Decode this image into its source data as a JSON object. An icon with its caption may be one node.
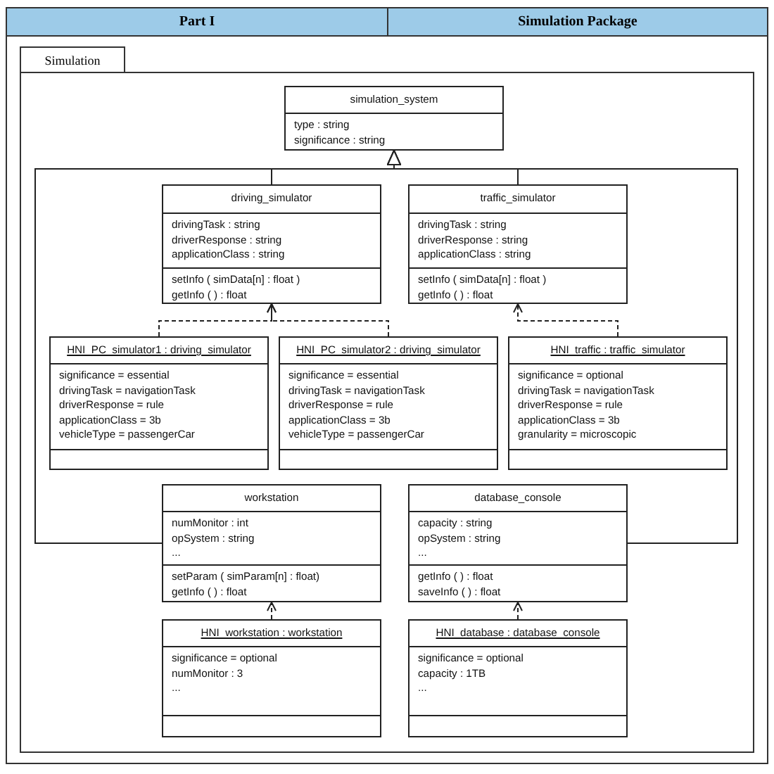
{
  "diagram": {
    "nodes": [
      {
        "text": [
          "Simulation"
        ]
      },
      {
        "text": [
          "simulation_system",
          "type : string",
          "significance : string"
        ],
        "in": 0
      },
      {
        "text": [
          "driving_simulator",
          "drivingTask : string",
          "driverResponse : string",
          "applicationClass : string",
          "setInfo ( simData[n] : float )",
          "getInfo ( ) : float"
        ],
        "in": 0
      },
      {
        "text": [
          "traffic_simulator",
          "drivingTask : string",
          "driverResponse : string",
          "applicationClass : string",
          "setInfo ( simData[n] : float )",
          "getInfo ( ) : float"
        ],
        "in": 0
      },
      {
        "text": [
          "HNI_PC_simulator1 : driving_simulator",
          "significance = essential",
          "drivingTask = navigationTask",
          "driverResponse = rule",
          "applicationClass = 3b",
          "vehicleType = passengerCar"
        ],
        "in": 0
      },
      {
        "text": [
          "HNI_PC_simulator2 : driving_simulator",
          "significance = essential",
          "drivingTask = navigationTask",
          "driverResponse = rule",
          "applicationClass = 3b",
          "vehicleType = passengerCar"
        ],
        "in": 0
      },
      {
        "text": [
          "HNI_traffic : traffic_simulator",
          "significance = optional",
          "drivingTask = navigationTask",
          "driverResponse = rule",
          "applicationClass = 3b",
          "granularity = microscopic"
        ],
        "in": 0
      },
      {
        "text": [
          "workstation",
          "numMonitor : int",
          "opSystem : string",
          "...",
          "setParam ( simParam[n] : float)",
          "getInfo ( ) : float"
        ],
        "in": 0
      },
      {
        "text": [
          "database_console",
          "capacity : string",
          "opSystem : string",
          "...",
          "getInfo ( ) : float",
          "saveInfo ( ) : float"
        ],
        "in": 0
      },
      {
        "text": [
          "HNI_workstation : workstation",
          "significance = optional",
          "numMonitor : 3",
          "..."
        ],
        "in": 0
      },
      {
        "text": [
          "HNI_database : database_console",
          "significance = optional",
          "capacity : 1TB",
          "..."
        ],
        "in": 0
      }
    ],
    "edges": [
      {
        "from": 2,
        "to": 1,
        "arrow": "to"
      },
      {
        "from": 3,
        "to": 1,
        "arrow": "to"
      },
      {
        "from": 7,
        "to": 1,
        "arrow": "to"
      },
      {
        "from": 8,
        "to": 1,
        "arrow": "to"
      },
      {
        "from": 4,
        "to": 2,
        "arrow": "to",
        "style": "dashed"
      },
      {
        "from": 5,
        "to": 2,
        "arrow": "to",
        "style": "dashed"
      },
      {
        "from": 6,
        "to": 3,
        "arrow": "to",
        "style": "dashed"
      },
      {
        "from": 9,
        "to": 7,
        "arrow": "to",
        "style": "dashed"
      },
      {
        "from": 10,
        "to": 8,
        "arrow": "to",
        "style": "dashed"
      }
    ],
    "labels": [
      "Part I",
      "Simulation Package"
    ]
  }
}
